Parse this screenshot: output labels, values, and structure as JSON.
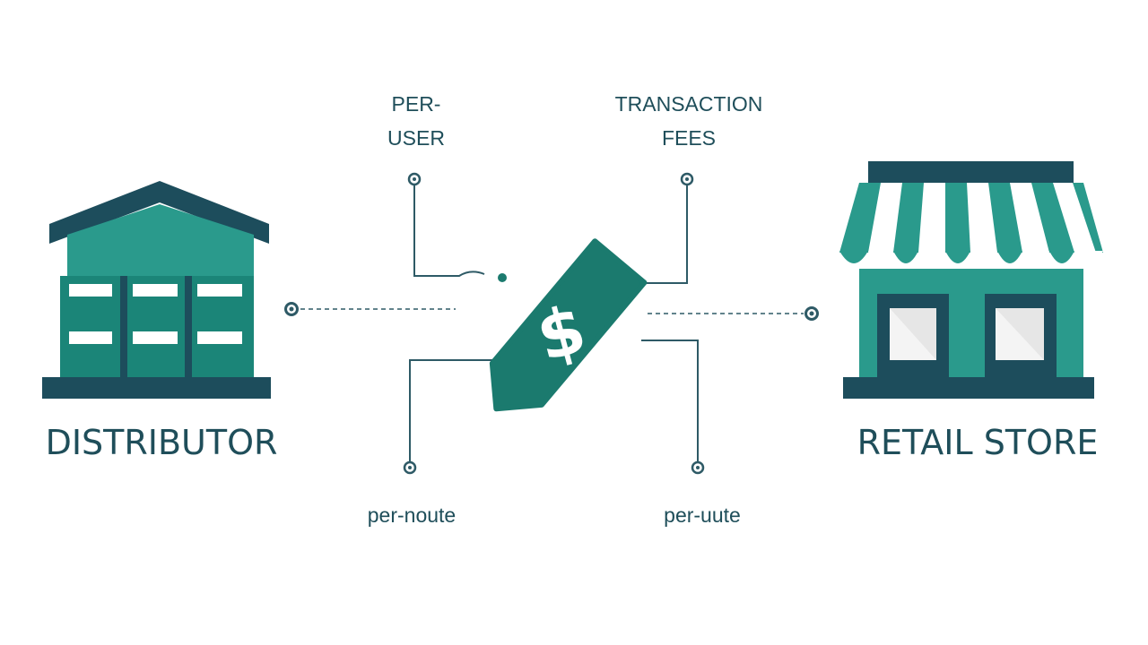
{
  "nodes": {
    "distributor": {
      "label": "DISTRIBUTOR"
    },
    "retail_store": {
      "label": "RETAIL STORE"
    }
  },
  "pricing_models": {
    "per_user": {
      "line1": "PER-",
      "line2": "USER"
    },
    "transaction_fees": {
      "line1": "TRANSACTION",
      "line2": "FEES"
    },
    "per_noute": {
      "label": "per-noute"
    },
    "per_uute": {
      "label": "per-uute"
    }
  },
  "price_tag": {
    "symbol": "$"
  },
  "colors": {
    "teal_primary": "#2a9a8c",
    "teal_dark": "#1b7a6e",
    "navy": "#1d4d5c",
    "text": "#1f4e5a",
    "line": "#2e5a66",
    "white": "#ffffff",
    "window_gray": "#e6e6e6"
  }
}
